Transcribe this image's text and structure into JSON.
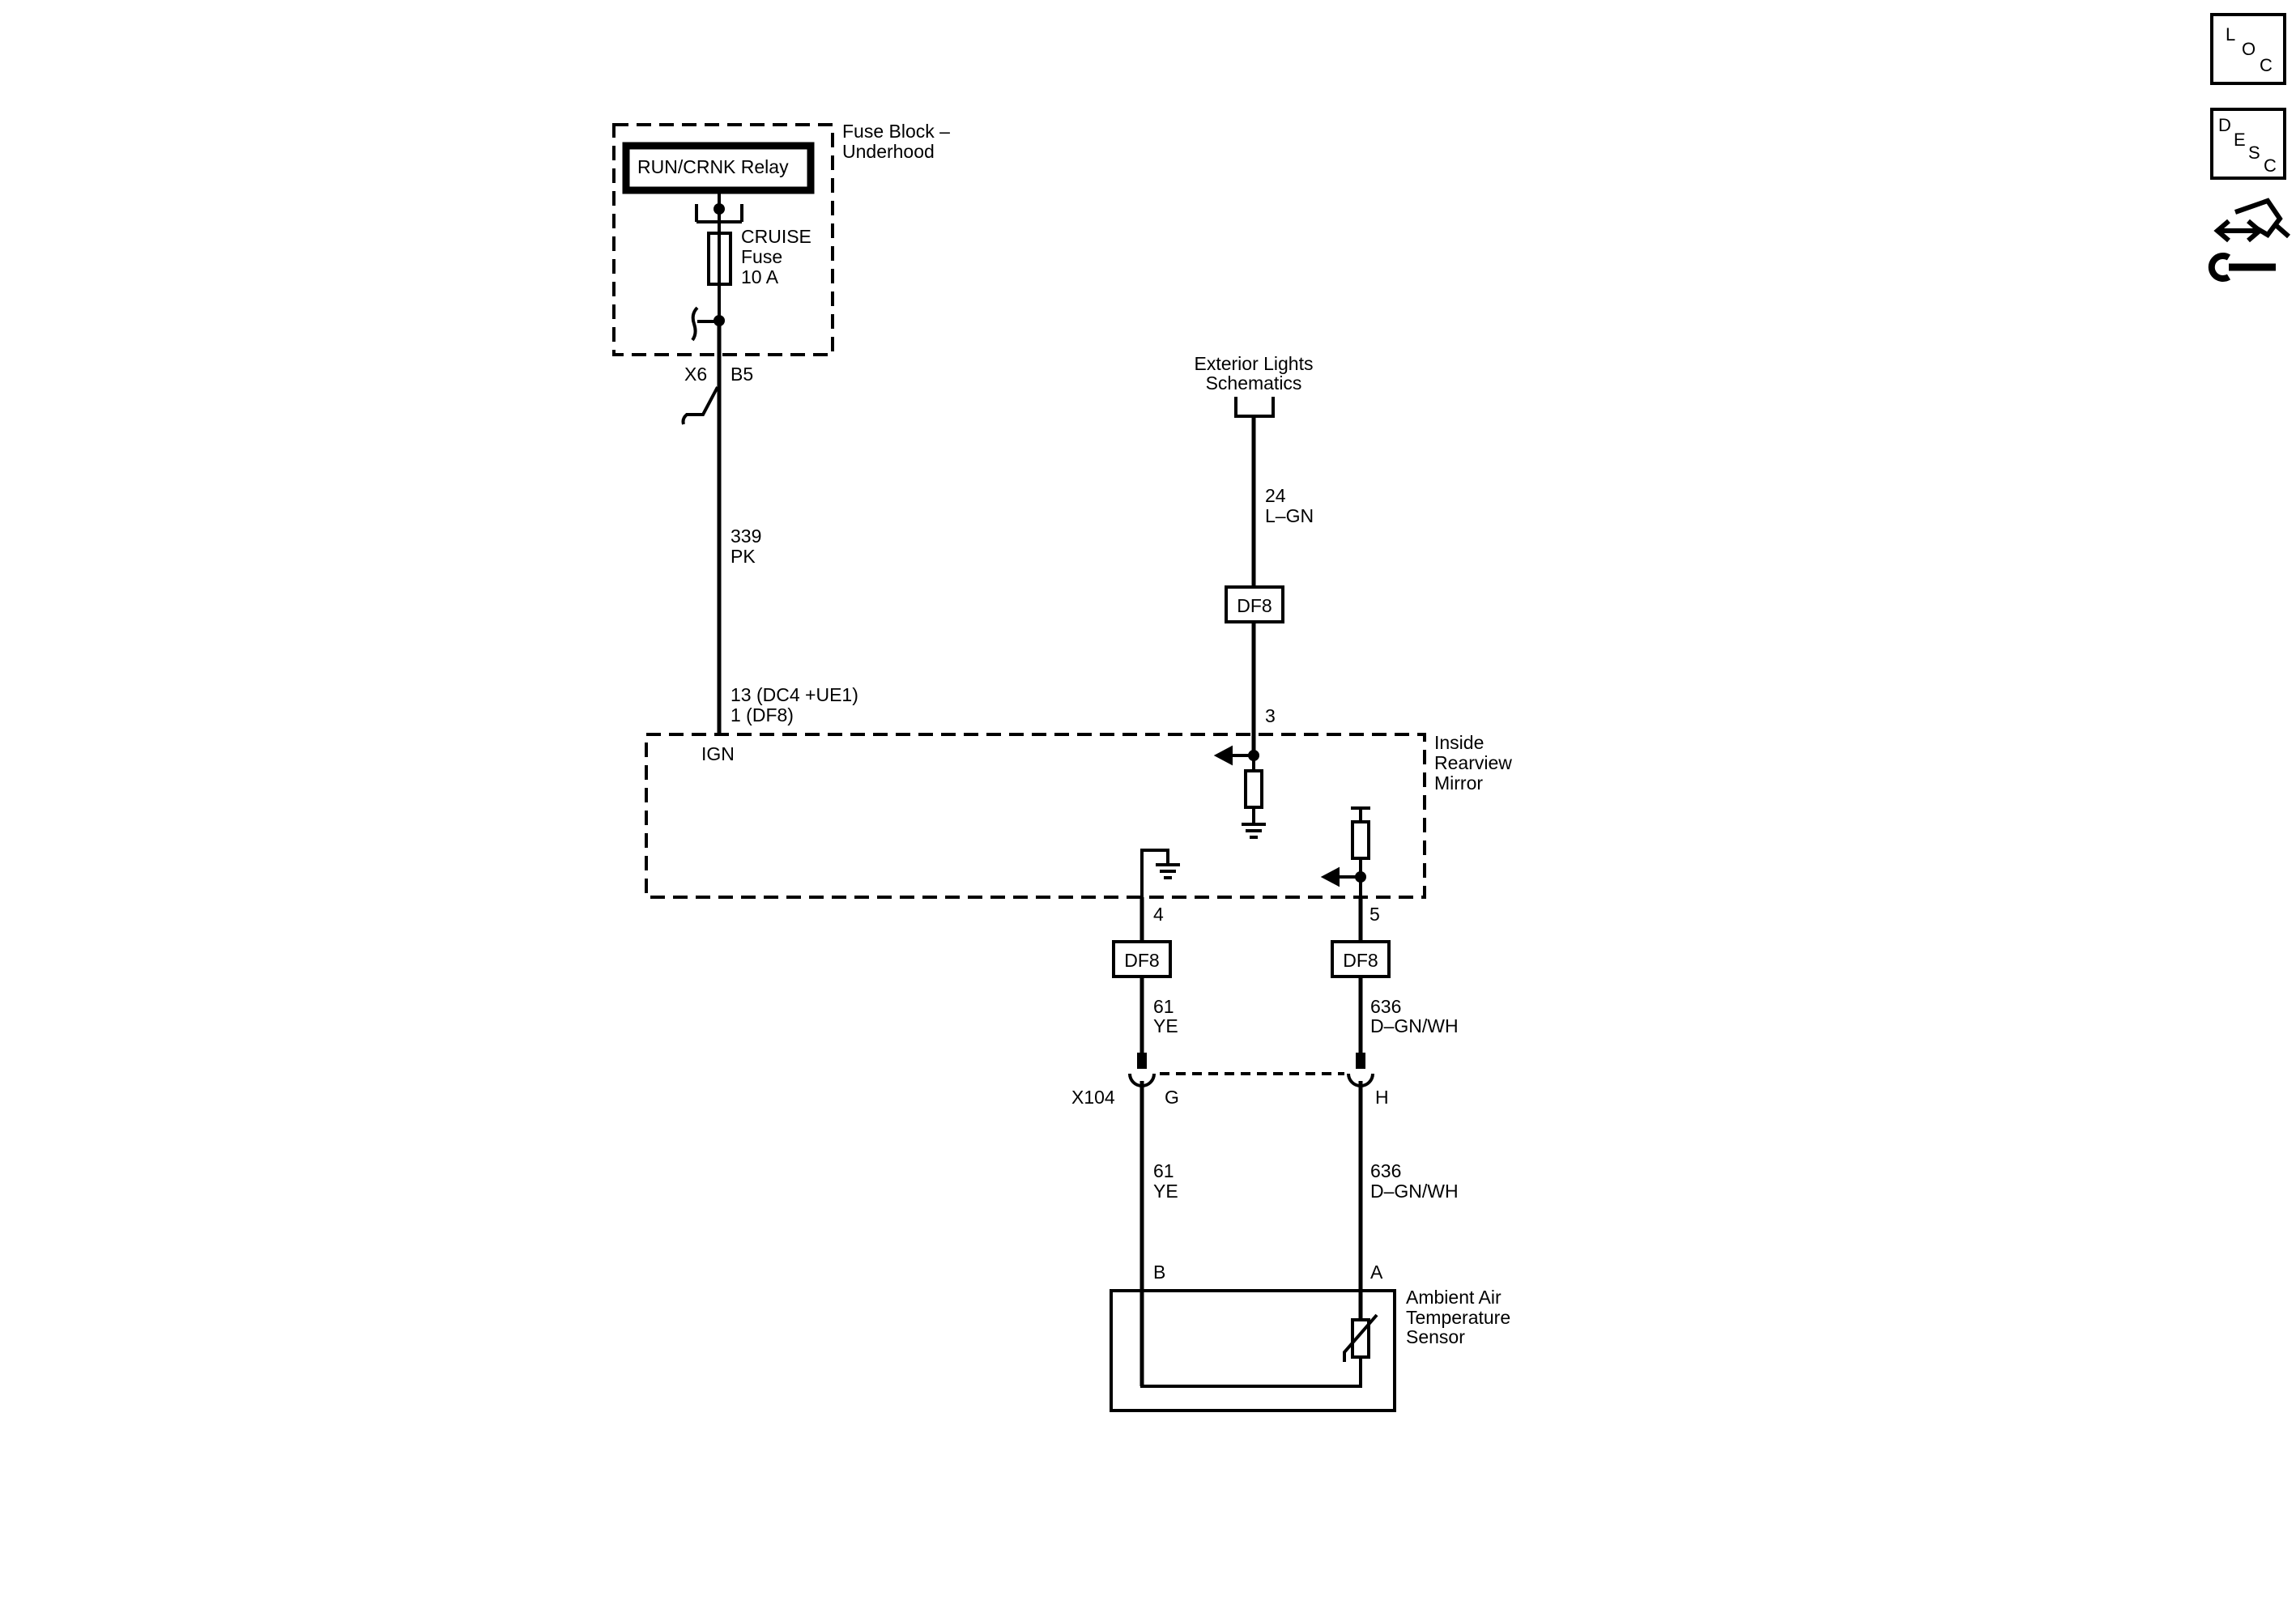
{
  "nav": {
    "loc": {
      "l": "L",
      "o": "O",
      "c": "C"
    },
    "desc": {
      "d": "D",
      "e": "E",
      "s": "S",
      "c": "C"
    }
  },
  "fuse_block": {
    "title_line1": "Fuse Block –",
    "title_line2": "Underhood",
    "relay_label": "RUN/CRNK Relay",
    "fuse_name": "CRUISE",
    "fuse_word": "Fuse",
    "fuse_rating": "10 A",
    "connector": "X6",
    "pin": "B5"
  },
  "wire_pk": {
    "circuit": "339",
    "color": "PK"
  },
  "mirror": {
    "pin_ign_line1": "13 (DC4 +UE1)",
    "pin_ign_line2": "1 (DF8)",
    "ign_label": "IGN",
    "title_line1": "Inside",
    "title_line2": "Rearview",
    "title_line3": "Mirror",
    "pin_3": "3",
    "pin_4": "4",
    "pin_5": "5"
  },
  "ext_lights": {
    "line1": "Exterior Lights",
    "line2": "Schematics",
    "circuit": "24",
    "color": "L–GN",
    "option": "DF8"
  },
  "option_df8": "DF8",
  "wire_ye": {
    "circuit": "61",
    "color": "YE"
  },
  "wire_dgnwh": {
    "circuit": "636",
    "color": "D–GN/WH"
  },
  "connector_x104": {
    "name": "X104",
    "pin_g": "G",
    "pin_h": "H"
  },
  "sensor": {
    "line1": "Ambient Air",
    "line2": "Temperature",
    "line3": "Sensor",
    "pin_b": "B",
    "pin_a": "A"
  },
  "colors": {
    "ink": "#000000",
    "background": "#ffffff"
  }
}
